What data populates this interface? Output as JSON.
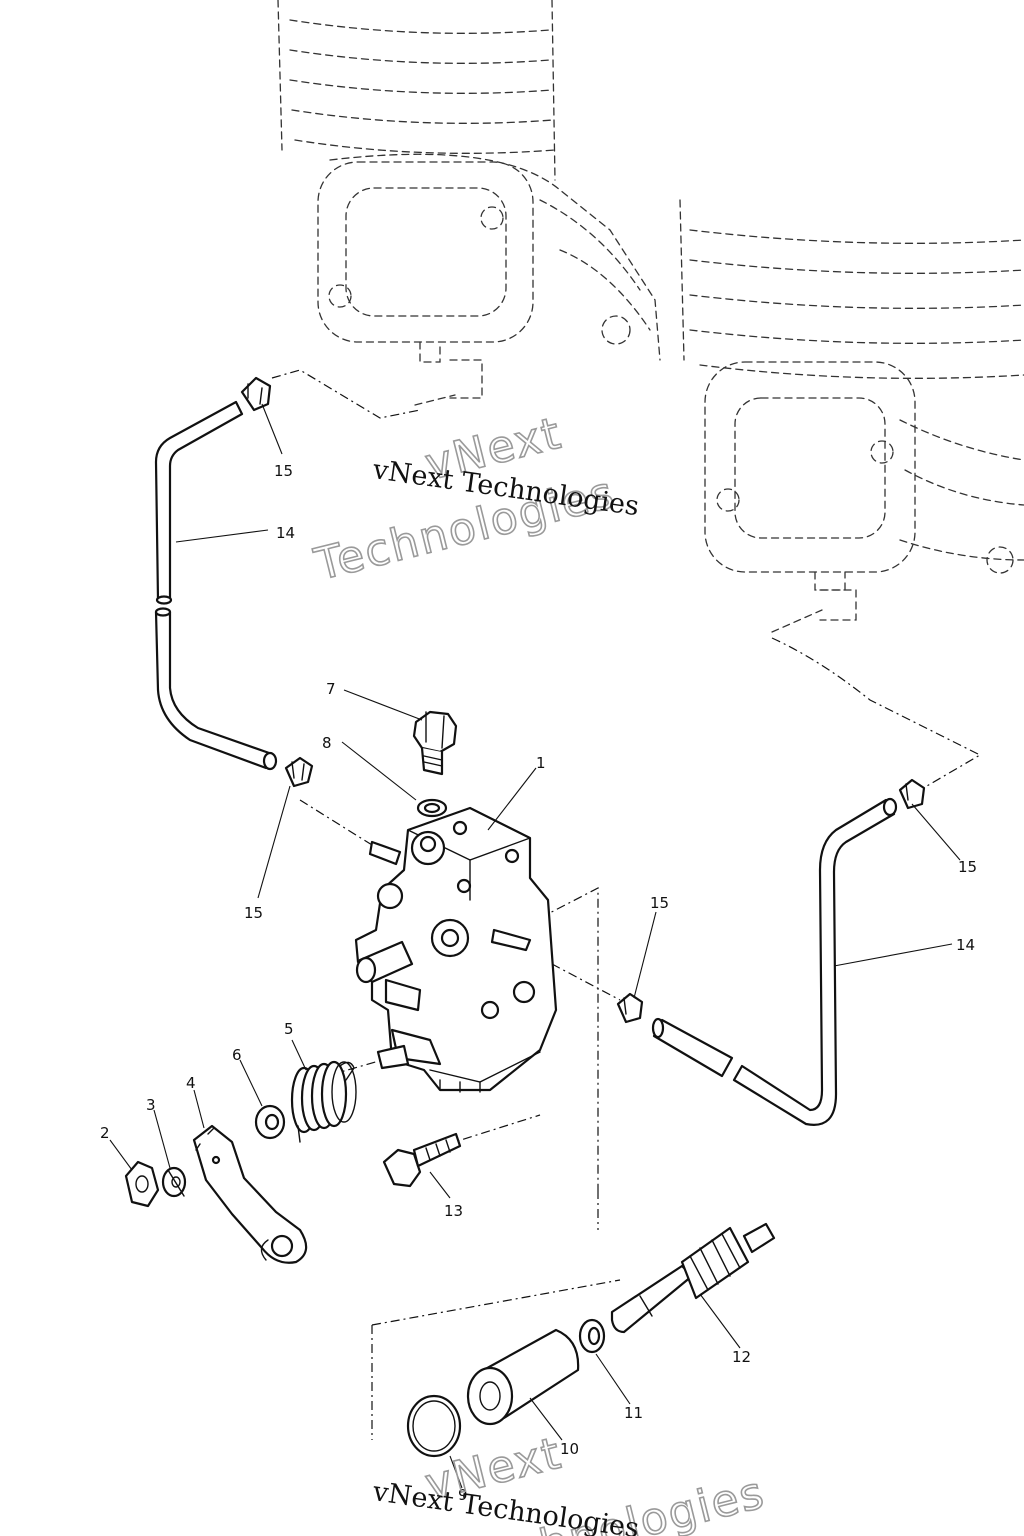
{
  "callouts": {
    "c1": "1",
    "c2": "2",
    "c3": "3",
    "c4": "4",
    "c5": "5",
    "c6": "6",
    "c7": "7",
    "c8": "8",
    "c9": "9",
    "c10": "10",
    "c11": "11",
    "c12": "12",
    "c13": "13",
    "c14a": "14",
    "c14b": "14",
    "c15a": "15",
    "c15b": "15",
    "c15c": "15",
    "c15d": "15"
  },
  "watermarks": {
    "outline_line1": "vNext",
    "outline_line2": "Technologies",
    "plain": "vNext Technologies"
  }
}
